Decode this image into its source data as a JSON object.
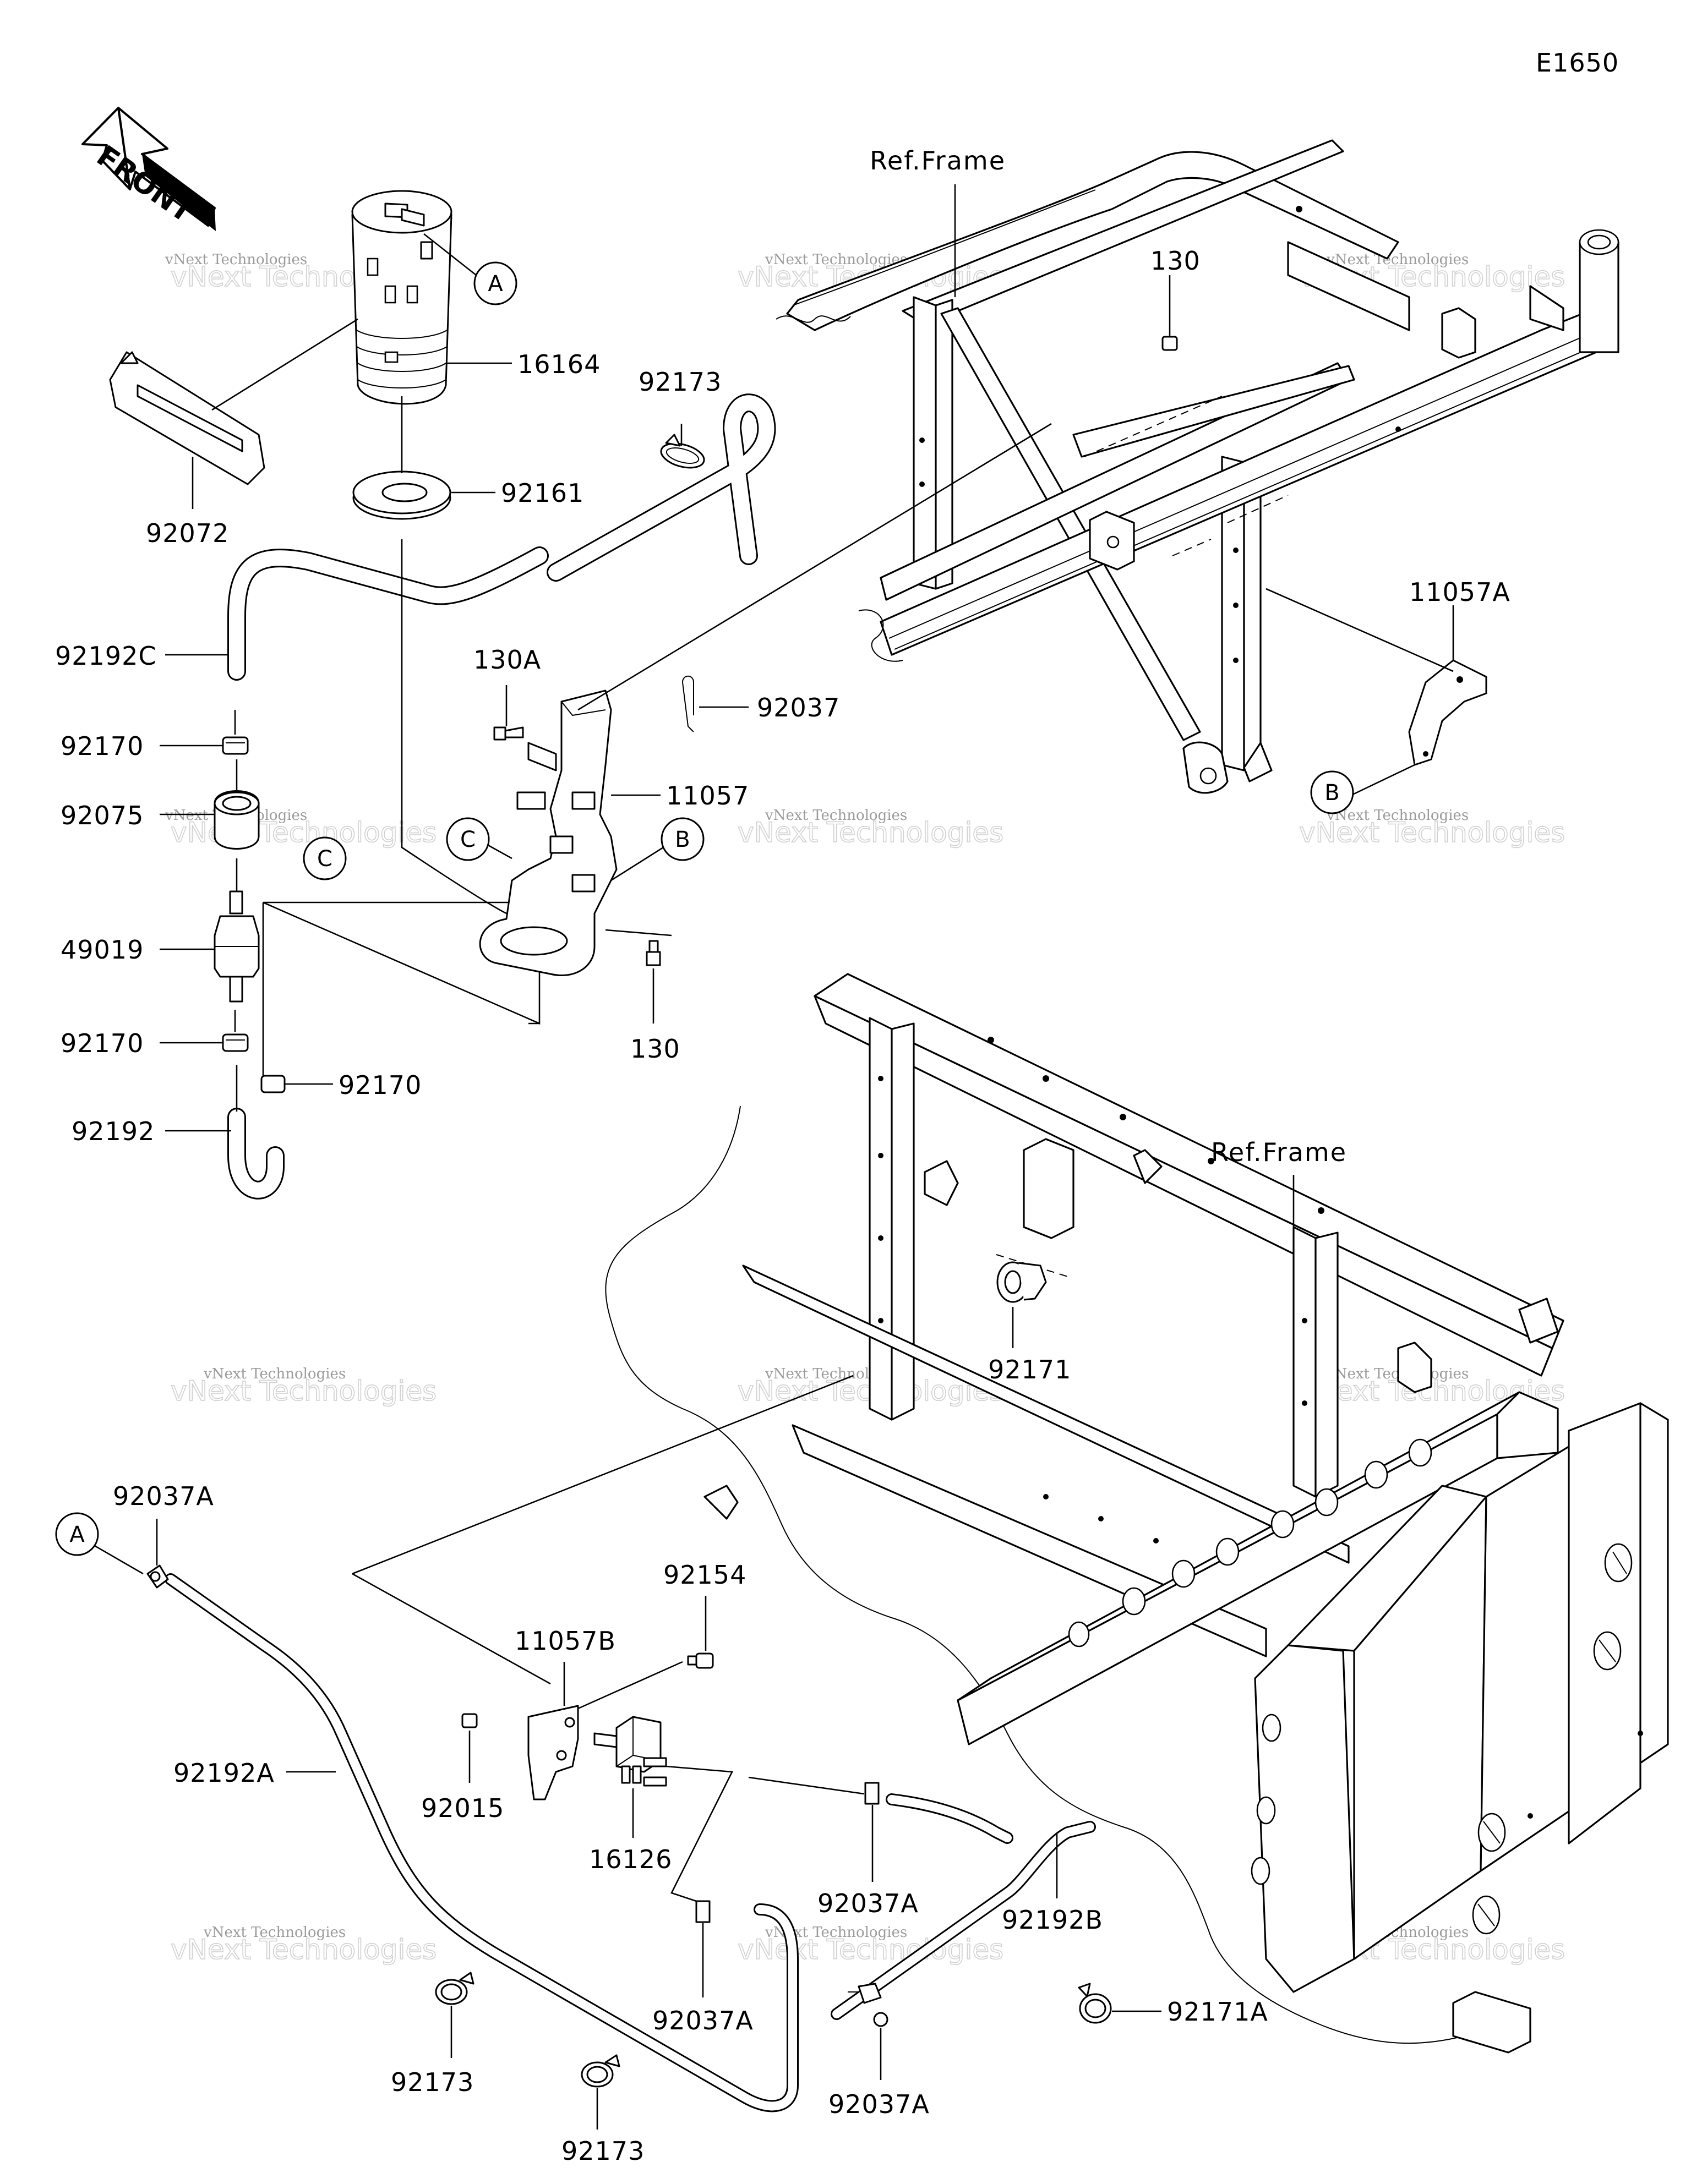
{
  "diagram_code": "E1650",
  "front_label": "FRONT",
  "frame_reference": "Ref.Frame",
  "watermark": {
    "line1": "vNext Technologies",
    "line2": "vNext Technologies"
  },
  "callouts": {
    "a": "A",
    "b": "B",
    "c": "C"
  },
  "parts": {
    "p16164": "16164",
    "p92161": "92161",
    "p92072": "92072",
    "p92173": "92173",
    "p92192c": "92192C",
    "p92170": "92170",
    "p92075": "92075",
    "p49019": "49019",
    "p92192": "92192",
    "p130": "130",
    "p130a": "130A",
    "p92037": "92037",
    "p11057": "11057",
    "p11057a": "11057A",
    "p92171": "92171",
    "p92037a": "92037A",
    "p92192a": "92192A",
    "p11057b": "11057B",
    "p92154": "92154",
    "p92015": "92015",
    "p16126": "16126",
    "p92192b": "92192B",
    "p92171a": "92171A"
  }
}
